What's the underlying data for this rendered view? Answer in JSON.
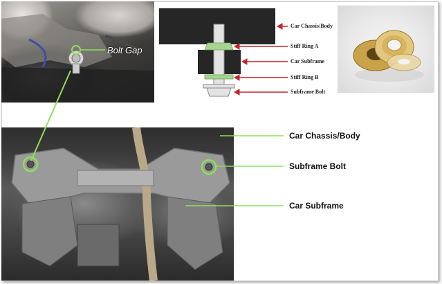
{
  "closeup_photo": {
    "bolt_gap_label": "Bolt Gap"
  },
  "diagram": {
    "labels": {
      "chassis": "Car Chassis/Body",
      "ring_a": "Stiff Ring A",
      "subframe": "Car Subframe",
      "ring_b": "Stiff Ring B",
      "bolt": "Subframe Bolt"
    },
    "colors": {
      "block": "#262626",
      "ring": "#a4d68f",
      "arrow": "#c0262d",
      "bolt": "#e3e3e3"
    }
  },
  "subframe_photo": {
    "labels": {
      "chassis": "Car Chassis/Body",
      "bolt": "Subframe Bolt",
      "subframe": "Car Subframe"
    },
    "callout_color": "#8ee05a"
  }
}
